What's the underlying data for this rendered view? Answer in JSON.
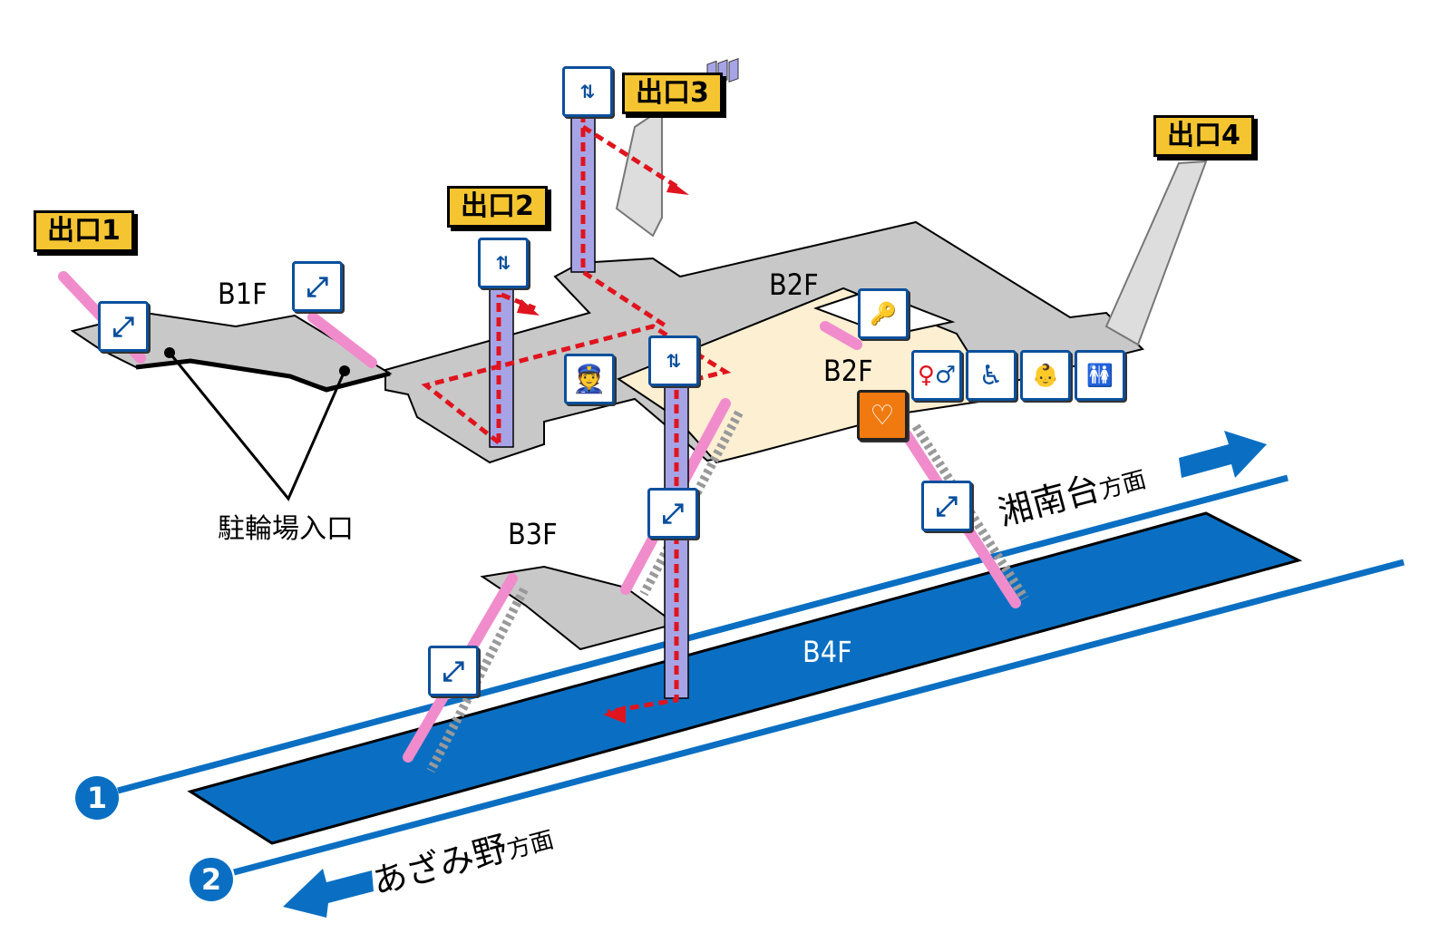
{
  "exits": [
    {
      "label": "出口1"
    },
    {
      "label": "出口2"
    },
    {
      "label": "出口3"
    },
    {
      "label": "出口4"
    }
  ],
  "floors": {
    "b1f": "B1F",
    "b2f_upper": "B2F",
    "b2f_lower": "B2F",
    "b3f": "B3F",
    "b4f": "B4F"
  },
  "bicycle_parking_entrance": "駐輪場入口",
  "tracks": [
    {
      "number": "1",
      "direction": "湘南台",
      "suffix": "方面"
    },
    {
      "number": "2",
      "direction": "あざみ野",
      "suffix": "方面"
    }
  ],
  "colors": {
    "platform": "#0a6fc2",
    "exit_label": "#f5c531",
    "route": "#e0141e",
    "elevator": "#a7a4e6",
    "escalator": "#f08ccc",
    "concourse": "#fcefd2",
    "floor_gray": "#c8c8c8",
    "icon_blue": "#0a4f9c",
    "aed": "#f07a10"
  },
  "icons": [
    "escalator-icon",
    "elevator-icon",
    "station-staff-icon",
    "coin-locker-icon",
    "restroom-icon",
    "wheelchair-icon",
    "baby-care-icon",
    "multipurpose-toilet-icon",
    "aed-icon"
  ]
}
